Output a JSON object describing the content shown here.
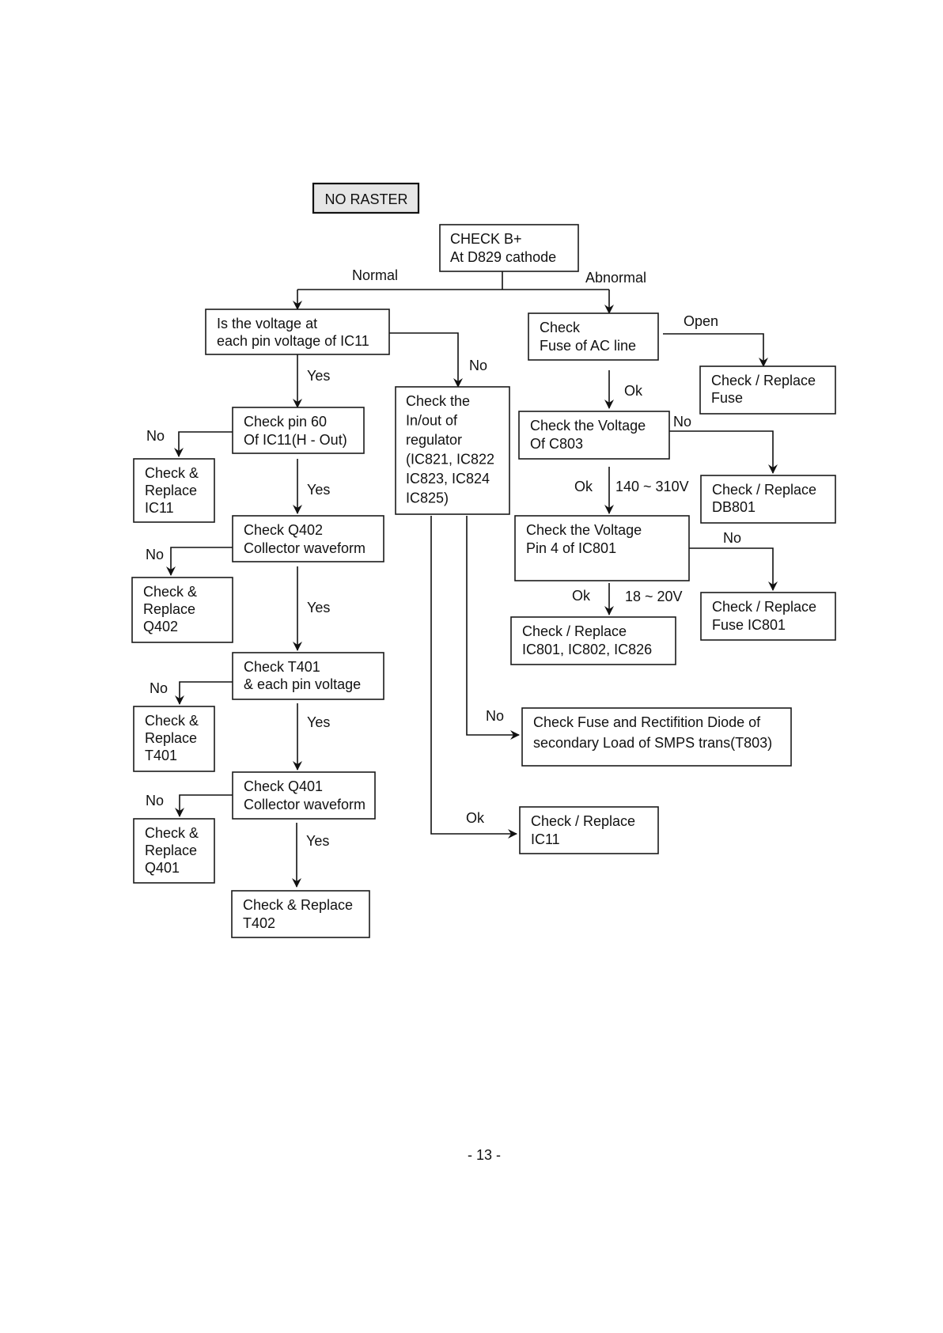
{
  "title": "NO RASTER",
  "nodes": {
    "check_b_plus": [
      "CHECK B+",
      "At D829 cathode"
    ],
    "voltage_ic11": [
      "Is the voltage at",
      "each pin voltage of IC11"
    ],
    "check_fuse_ac": [
      "Check",
      "Fuse of AC line"
    ],
    "replace_fuse": [
      "Check / Replace",
      "Fuse"
    ],
    "check_pin60": [
      "Check pin 60",
      "Of IC11(H - Out)"
    ],
    "check_regulator": [
      "Check the",
      "In/out of",
      "regulator",
      "(IC821, IC822",
      "IC823, IC824",
      "IC825)"
    ],
    "check_voltage_c803": [
      "Check the Voltage",
      "Of C803"
    ],
    "replace_ic11_a": [
      "Check &",
      "Replace",
      "IC11"
    ],
    "replace_db801": [
      "Check / Replace",
      "DB801"
    ],
    "check_q402": [
      "Check Q402",
      "Collector waveform"
    ],
    "check_voltage_ic801": [
      "Check the Voltage",
      "Pin 4 of IC801"
    ],
    "replace_q402": [
      "Check &",
      "Replace",
      "Q402"
    ],
    "replace_fuse_ic801": [
      "Check / Replace",
      "Fuse IC801"
    ],
    "replace_ic801": [
      "Check / Replace",
      "IC801, IC802, IC826"
    ],
    "check_t401": [
      "Check T401",
      "& each pin voltage"
    ],
    "replace_t401": [
      "Check &",
      "Replace",
      "T401"
    ],
    "check_fuse_diode": [
      "Check Fuse and Rectifition Diode of",
      "secondary Load of SMPS trans(T803)"
    ],
    "check_q401": [
      "Check Q401",
      "Collector waveform"
    ],
    "replace_q401": [
      "Check &",
      "Replace",
      "Q401"
    ],
    "replace_ic11_b": [
      "Check / Replace",
      " IC11"
    ],
    "replace_t402": [
      "Check & Replace",
      "T402"
    ]
  },
  "edge_labels": {
    "normal": "Normal",
    "abnormal": "Abnormal",
    "open": "Open",
    "no_regulator": "No",
    "yes_pin60": "Yes",
    "ok_c803": "Ok",
    "no_db801": "No",
    "no_ic11": "No",
    "yes_q402": "Yes",
    "ok_ic801": "Ok",
    "range_140_310": "140 ~ 310V",
    "no_fuse_ic801": "No",
    "no_q402": "No",
    "yes_t401": "Yes",
    "ok_replace_ic801": "Ok",
    "range_18_20": "18 ~ 20V",
    "no_t401": "No",
    "yes_q401": "Yes",
    "no_fuse_diode": "No",
    "no_q401": "No",
    "yes_t402": "Yes",
    "ok_ic11": "Ok"
  },
  "page_number": "-  13  -"
}
